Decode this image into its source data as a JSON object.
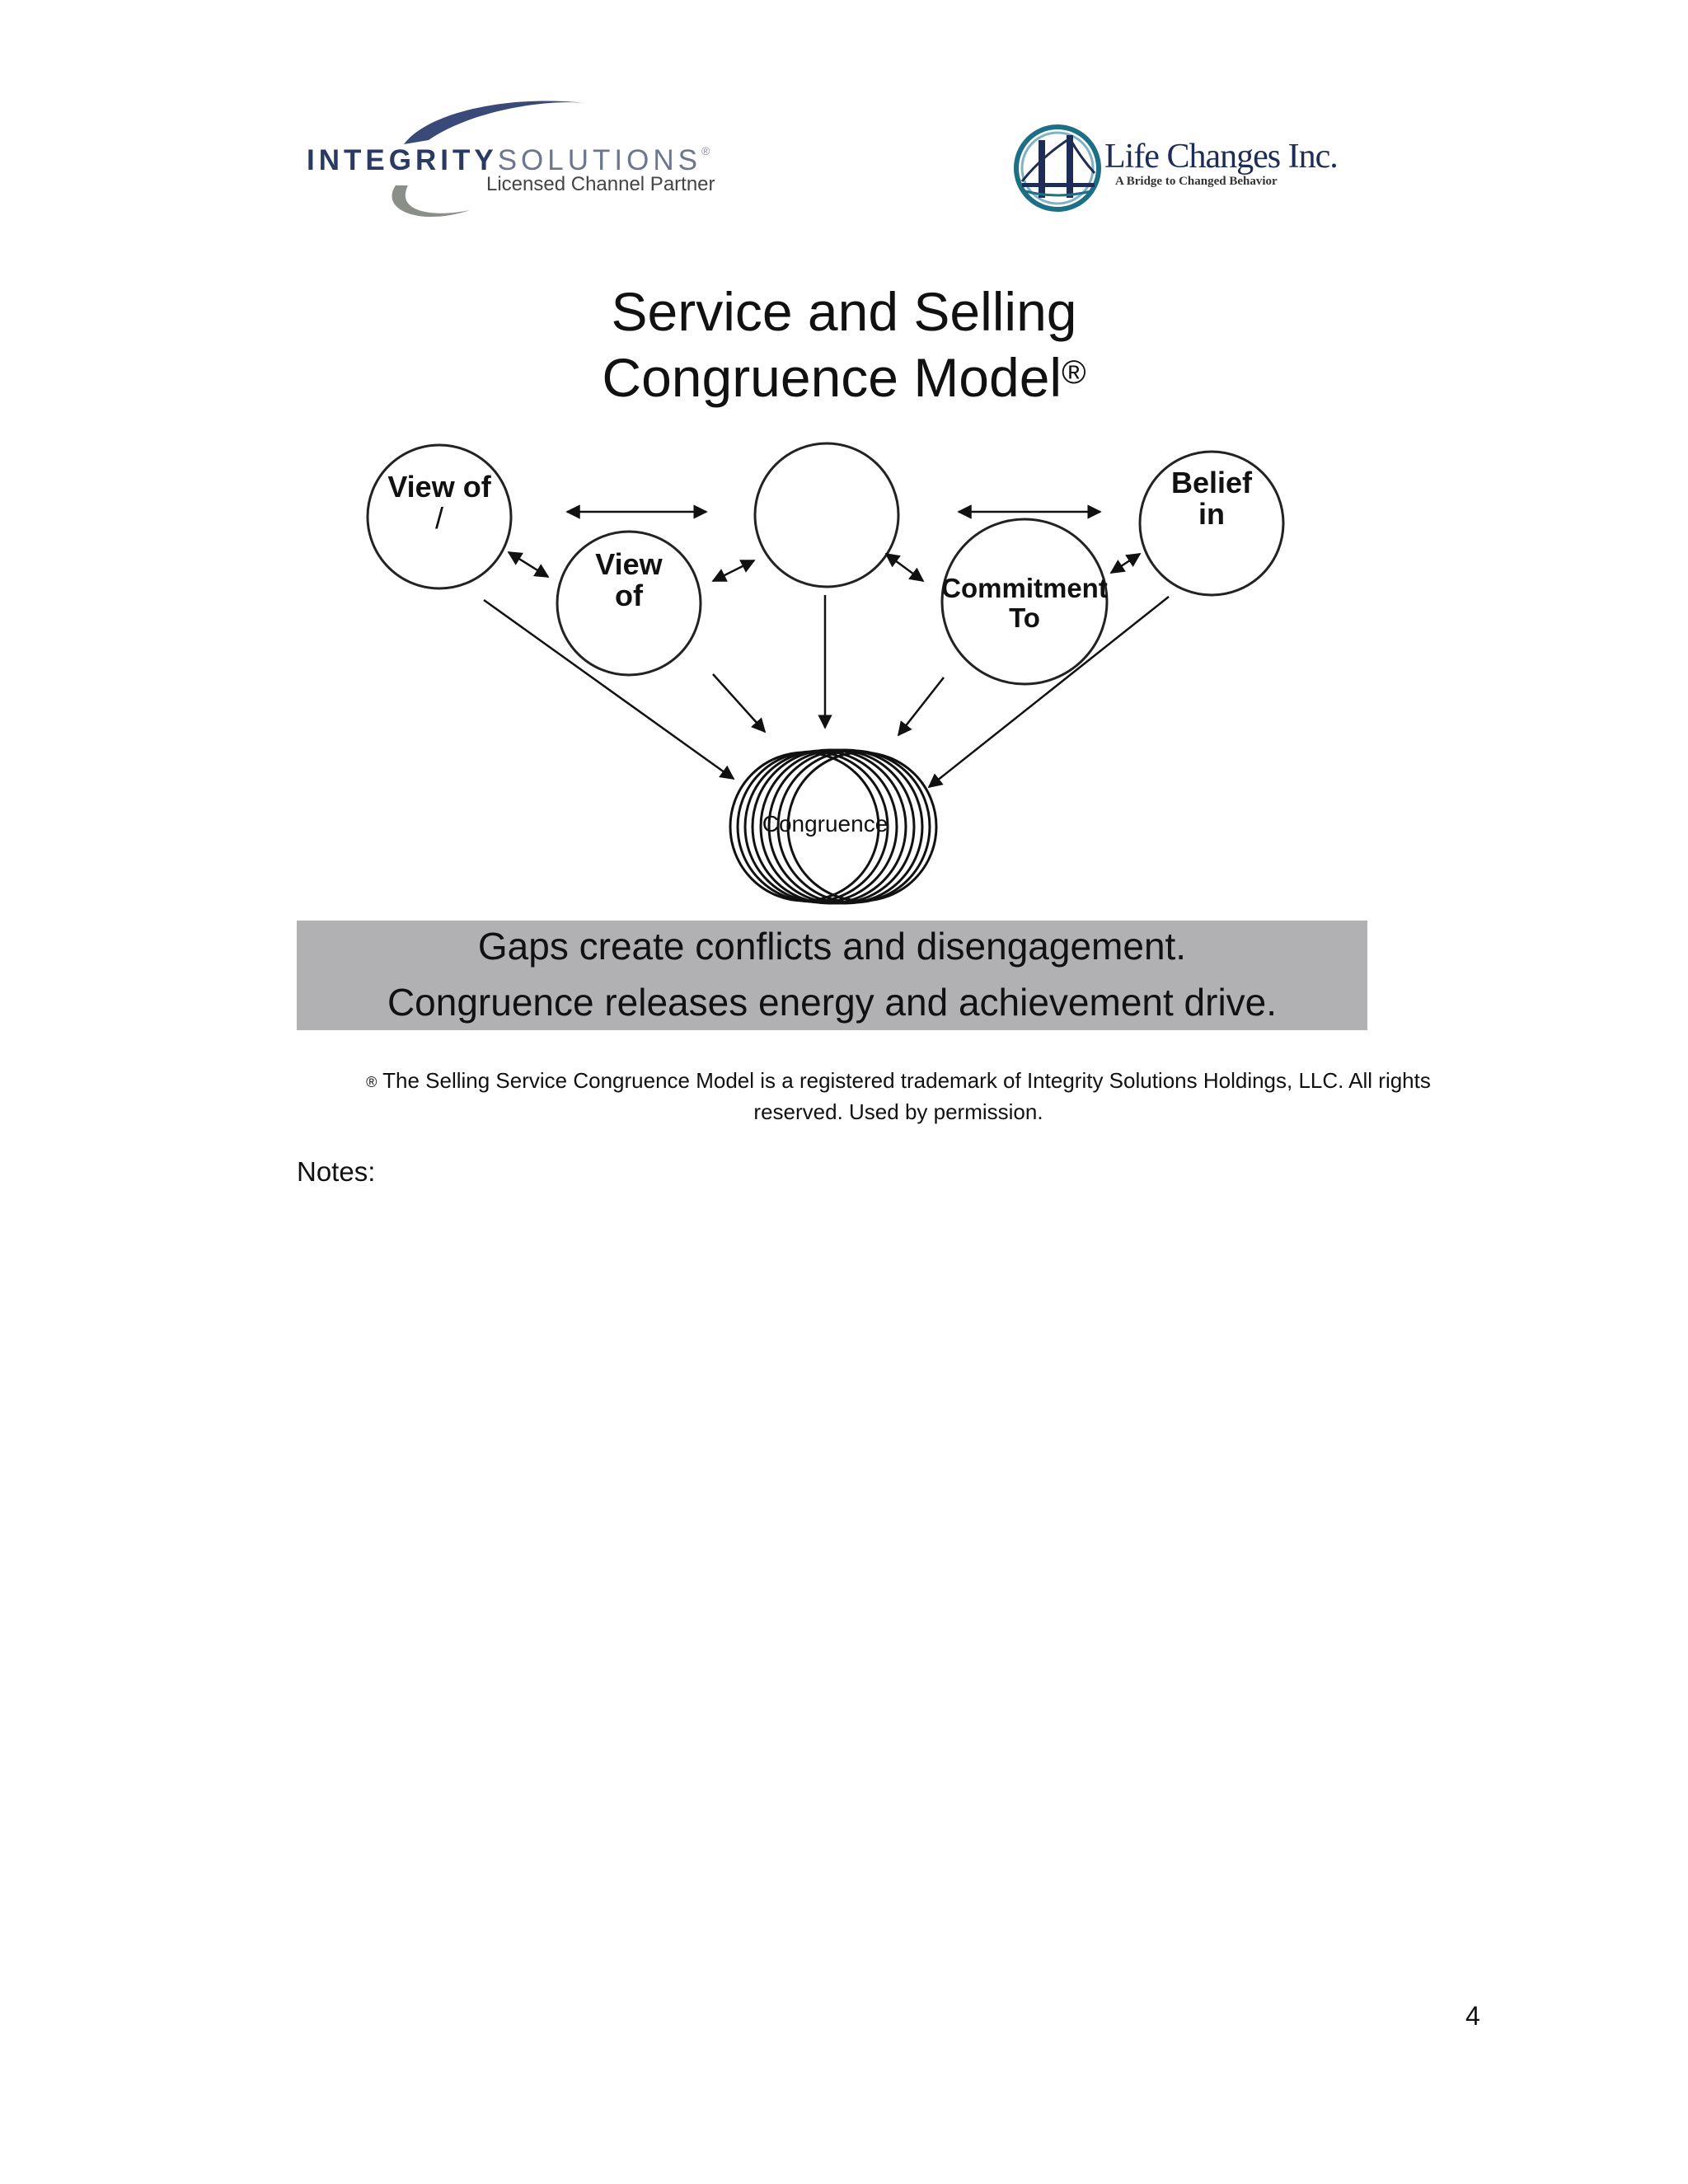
{
  "logos": {
    "integrity": {
      "brand_bold": "INTEGRITY",
      "brand_light": "SOLUTIONS",
      "reg": "®",
      "tagline": "Licensed Channel Partner"
    },
    "lifechanges": {
      "name": "Life Changes Inc.",
      "tagline": "A Bridge to Changed Behavior"
    }
  },
  "title": {
    "line1": "Service and Selling",
    "line2": "Congruence Model",
    "reg": "®"
  },
  "diagram": {
    "nodes": {
      "view_of_slash": {
        "line1": "View of",
        "line2": "/"
      },
      "view_of": {
        "line1": "View",
        "line2": "of"
      },
      "center": {
        "line1": ""
      },
      "commitment_to": {
        "line1": "Commitment",
        "line2": "To"
      },
      "belief_in": {
        "line1": "Belief",
        "line2": "in"
      },
      "congruence": {
        "line1": "Congruence"
      }
    }
  },
  "banner": {
    "line1": "Gaps create conflicts and disengagement.",
    "line2": "Congruence releases energy and achievement drive."
  },
  "footnote": {
    "reg": "®",
    "line1": " The Selling Service Congruence Model is a registered trademark of Integrity Solutions Holdings, LLC.  All rights",
    "line2": "reserved.  Used by permission."
  },
  "notes_label": "Notes:",
  "page_number": "4",
  "colors": {
    "brand_navy": "#2a3a63",
    "banner_gray": "#b1b0b2",
    "lifechanges_teal": "#1d6f86"
  }
}
